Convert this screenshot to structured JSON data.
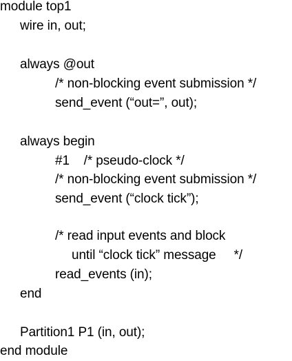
{
  "code": {
    "lines": [
      "module top1",
      "wire in, out;",
      "",
      "always @out",
      "/* non-blocking event submission */",
      "send_event (“out=”, out);",
      "",
      "always begin",
      "#1    /* pseudo-clock */",
      "/* non-blocking event submission */",
      "send_event (“clock tick”);",
      "",
      "/* read input events and block",
      "until “clock tick” message     */",
      "read_events (in);",
      "end",
      "",
      "Partition1 P1 (in, out);",
      "end module"
    ]
  }
}
